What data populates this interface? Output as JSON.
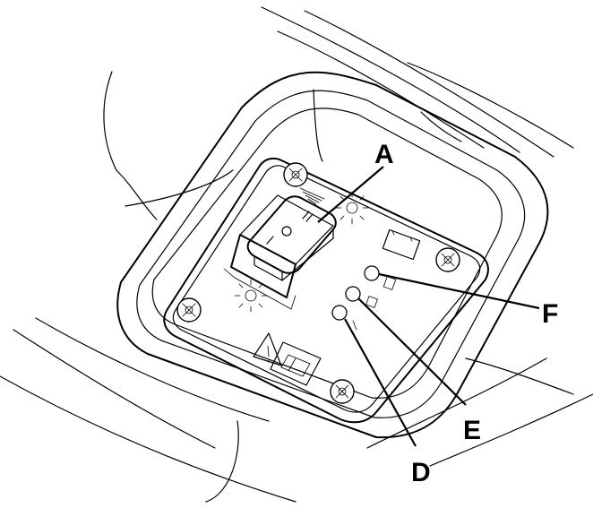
{
  "callouts": [
    {
      "id": "A",
      "letter": "A"
    },
    {
      "id": "F",
      "letter": "F"
    },
    {
      "id": "E",
      "letter": "E"
    },
    {
      "id": "D",
      "letter": "D"
    }
  ]
}
